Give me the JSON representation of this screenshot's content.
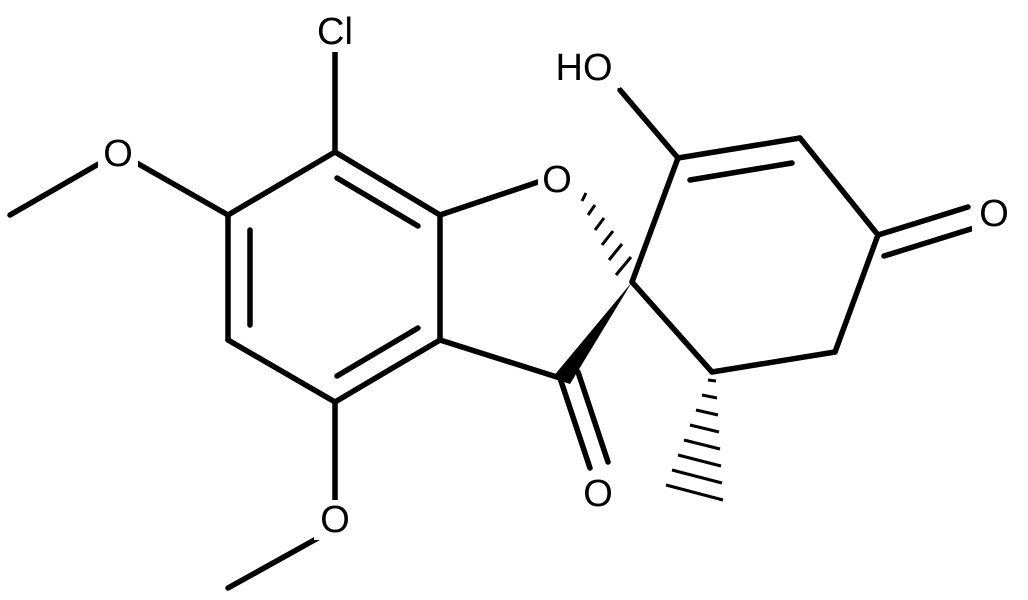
{
  "structure": {
    "background": "#ffffff",
    "bond_color": "#000000",
    "atoms": {
      "cl": "Cl",
      "ring_o": "O",
      "hydroxyl": "HO",
      "enone_o": "O",
      "ketone_o": "O",
      "methoxy_o_top": "O",
      "methoxy_o_bottom": "O"
    }
  }
}
